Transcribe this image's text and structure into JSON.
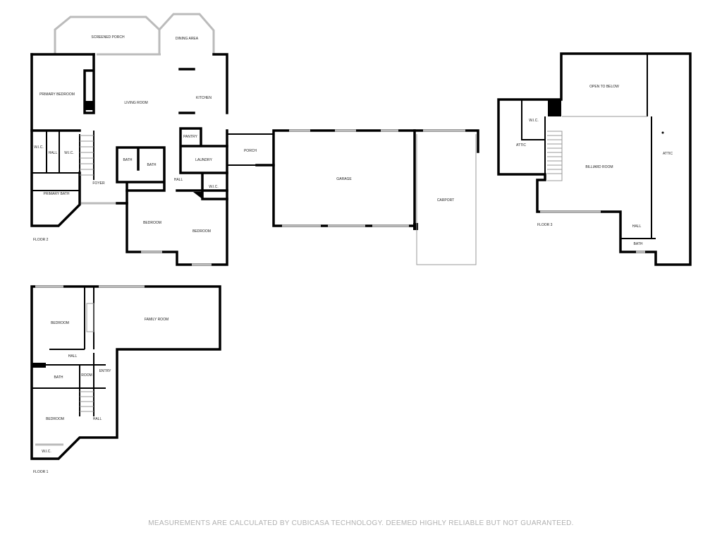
{
  "floor2": {
    "label": "FLOOR 2",
    "rooms": {
      "screened_porch": "SCREENED PORCH",
      "dining_area": "DINING AREA",
      "primary_bedroom": "PRIMARY BEDROOM",
      "living_room": "LIVING ROOM",
      "kitchen": "KITCHEN",
      "wic_left": "W.I.C.",
      "hall_left": "HALL",
      "wic_mid": "W.I.C.",
      "pantry": "PANTRY",
      "bath1": "BATH",
      "bath2": "BATH",
      "laundry": "LAUNDRY",
      "foyer": "FOYER",
      "hall": "HALL",
      "wic_right": "W.I.C.",
      "primary_bath": "PRIMARY BATH",
      "bedroom1": "BEDROOM",
      "bedroom2": "BEDROOM",
      "porch": "PORCH",
      "garage": "GARAGE",
      "carport": "CARPORT"
    }
  },
  "floor3": {
    "label": "FLOOR 3",
    "rooms": {
      "open_to_below": "OPEN TO BELOW",
      "wic": "W.I.C.",
      "attic_left": "ATTIC",
      "billiard_room": "BILLIARD ROOM",
      "attic_right": "ATTIC",
      "hall": "HALL",
      "bath": "BATH"
    }
  },
  "floor1": {
    "label": "FLOOR 1",
    "rooms": {
      "bedroom_top": "BEDROOM",
      "family_room": "FAMILY ROOM",
      "hall_top": "HALL",
      "bath": "BATH",
      "room": "ROOM",
      "entry": "ENTRY",
      "bedroom_bottom": "BEDROOM",
      "hall_bottom": "HALL",
      "wic": "W.I.C."
    }
  },
  "disclaimer": "MEASUREMENTS ARE CALCULATED BY CUBICASA TECHNOLOGY. DEEMED HIGHLY RELIABLE BUT NOT GUARANTEED."
}
